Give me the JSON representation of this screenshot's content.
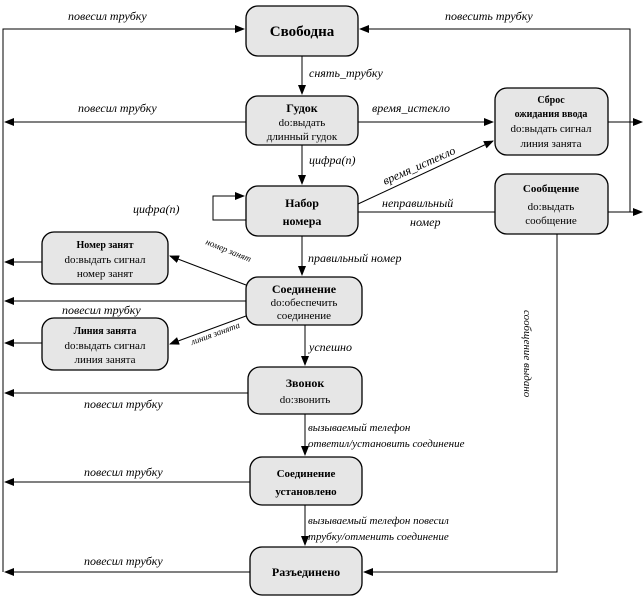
{
  "states": {
    "idle": {
      "title": "Свободна"
    },
    "dialtone": {
      "title": "Гудок",
      "l1": "do:выдать",
      "l2": "длинный гудок"
    },
    "timeout": {
      "title1": "Сброс",
      "title2": "ожидания ввода",
      "l1": "do:выдать сигнал",
      "l2": "линия занята"
    },
    "dialing": {
      "title1": "Набор",
      "title2": "номера"
    },
    "message": {
      "title": "Сообщение",
      "l1": "do:выдать",
      "l2": "сообщение"
    },
    "busy_number": {
      "title": "Номер занят",
      "l1": "do:выдать сигнал",
      "l2": "номер занят"
    },
    "connecting": {
      "title": "Соединение",
      "l1": "do:обеспечить",
      "l2": "соединение"
    },
    "busy_line": {
      "title": "Линия занята",
      "l1": "do:выдать сигнал",
      "l2": "линия занята"
    },
    "ringing": {
      "title": "Звонок",
      "l1": "do:звонить"
    },
    "connected": {
      "title1": "Соединение",
      "title2": "установлено"
    },
    "disconnected": {
      "title": "Разъединено"
    }
  },
  "transitions": {
    "hung_up": "повесил трубку",
    "hang_up": "повесить трубку",
    "pick_up": "снять_трубку",
    "time_out": "время_истекло",
    "digit": "цифра(n)",
    "wrong_number_1": "неправильный",
    "wrong_number_2": "номер",
    "number_busy": "номер занят",
    "right_number": "правильный номер",
    "line_busy": "линия занята",
    "success": "успешно",
    "answered_1": "вызываемый телефон",
    "answered_2": "ответил/установить соединение",
    "callee_hung_1": "вызываемый телефон повесил",
    "callee_hung_2": "трубку/отменить соединение",
    "message_done": "сообщение выдано"
  }
}
